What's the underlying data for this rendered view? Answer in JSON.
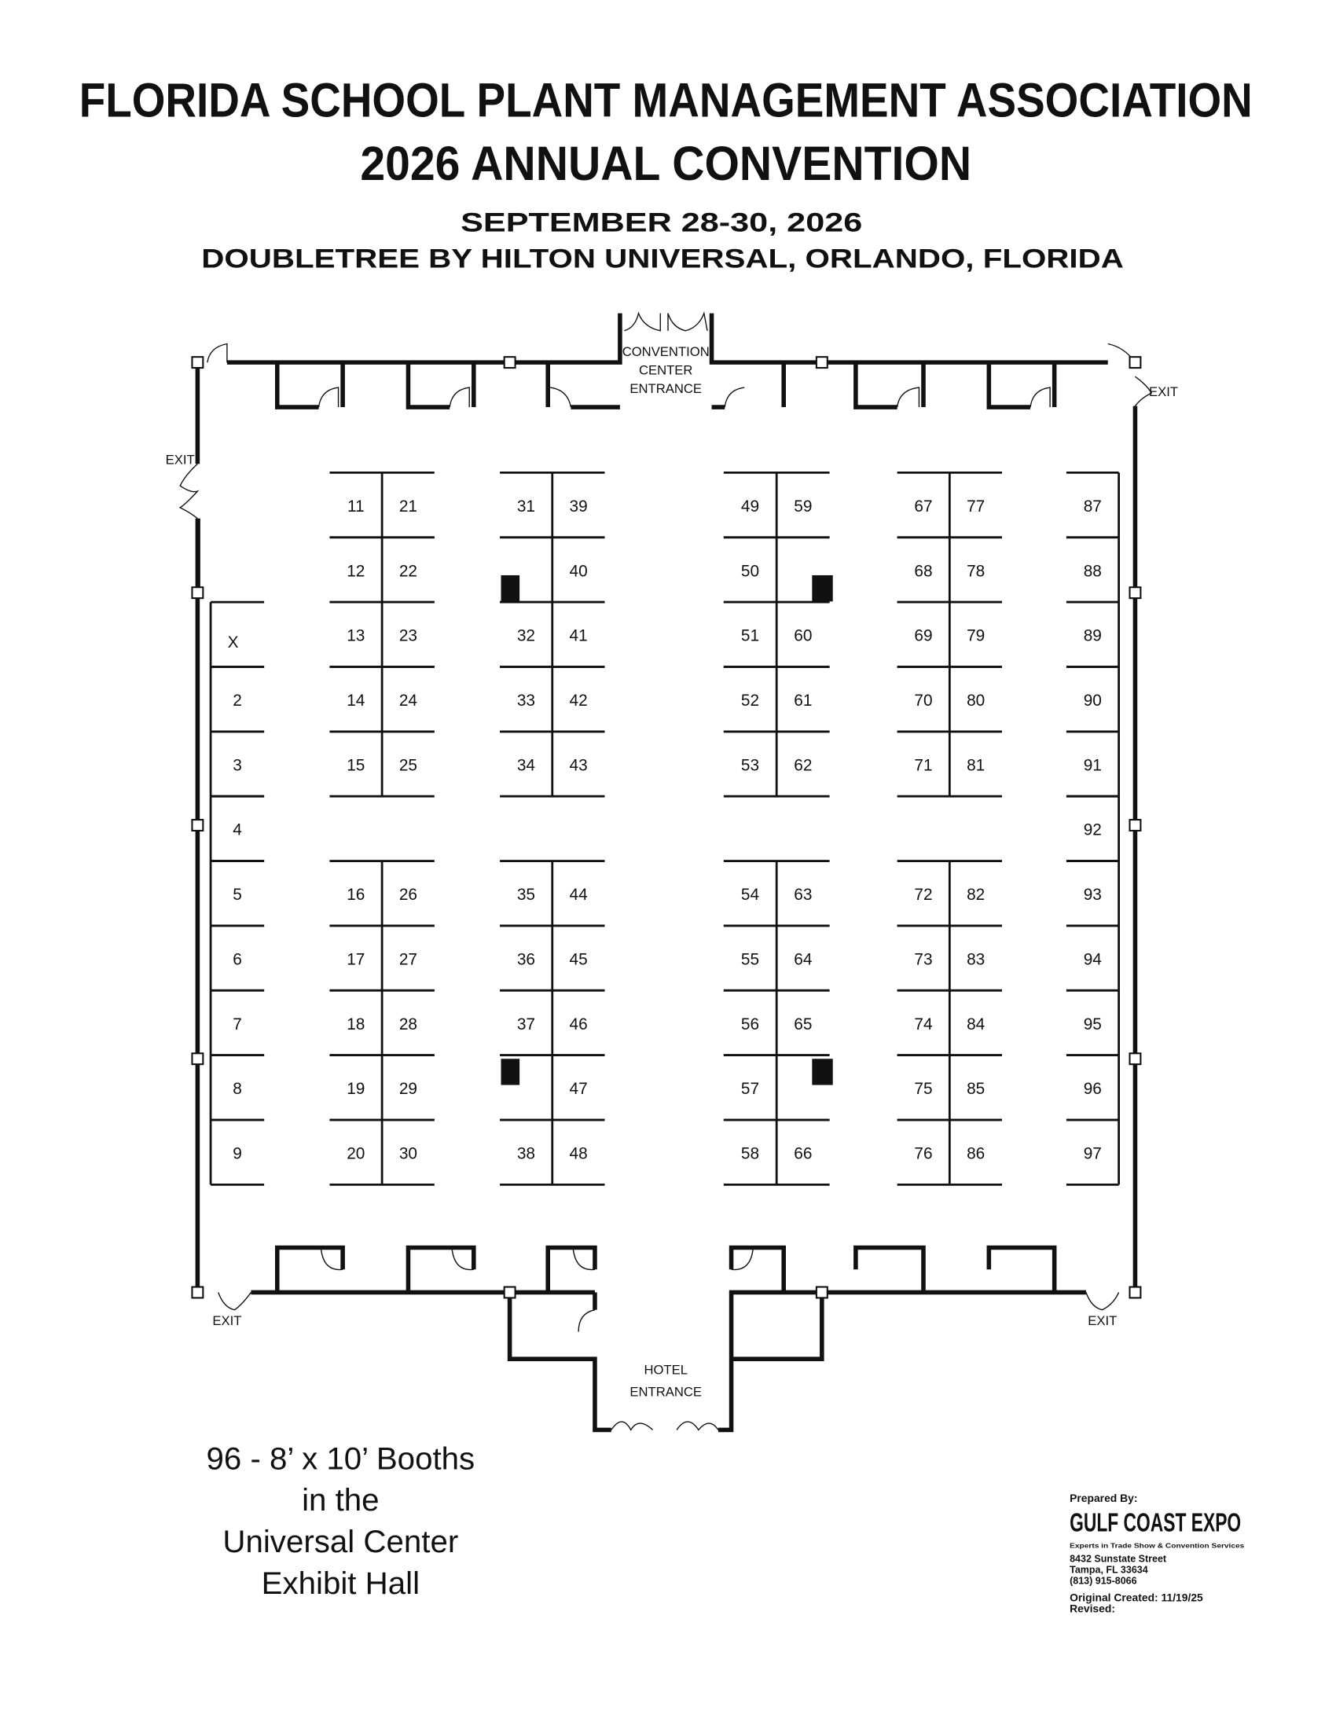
{
  "header": {
    "title_line1": "FLORIDA SCHOOL PLANT MANAGEMENT ASSOCIATION",
    "title_line2": "2026 ANNUAL CONVENTION",
    "dates": "SEPTEMBER 28-30, 2026",
    "venue": "DOUBLETREE BY HILTON UNIVERSAL, ORLANDO, FLORIDA"
  },
  "floorplan": {
    "convention_entrance": [
      "CONVENTION",
      "CENTER",
      "ENTRANCE"
    ],
    "hotel_entrance": [
      "HOTEL",
      "ENTRANCE"
    ],
    "exit_label": "EXIT",
    "booth_blocks": [
      {
        "name": "left-wall",
        "columns": [
          [
            null,
            null,
            "X",
            "2",
            "3",
            "4",
            "5",
            "6",
            "7",
            "8",
            "9"
          ]
        ]
      },
      {
        "name": "block-a",
        "columns": [
          [
            "11",
            "12",
            "13",
            "14",
            "15",
            null,
            "16",
            "17",
            "18",
            "19",
            "20"
          ],
          [
            "21",
            "22",
            "23",
            "24",
            "25",
            null,
            "26",
            "27",
            "28",
            "29",
            "30"
          ]
        ]
      },
      {
        "name": "block-b",
        "columns": [
          [
            "31",
            "",
            "32",
            "33",
            "34",
            null,
            "35",
            "36",
            "37",
            "",
            "38"
          ],
          [
            "39",
            "40",
            "41",
            "42",
            "43",
            null,
            "44",
            "45",
            "46",
            "47",
            "48"
          ]
        ]
      },
      {
        "name": "block-c",
        "columns": [
          [
            "49",
            "50",
            "51",
            "52",
            "53",
            null,
            "54",
            "55",
            "56",
            "57",
            "58"
          ],
          [
            "59",
            "",
            "60",
            "61",
            "62",
            null,
            "63",
            "64",
            "65",
            "",
            "66"
          ]
        ]
      },
      {
        "name": "block-d",
        "columns": [
          [
            "67",
            "68",
            "69",
            "70",
            "71",
            null,
            "72",
            "73",
            "74",
            "75",
            "76"
          ],
          [
            "77",
            "78",
            "79",
            "80",
            "81",
            null,
            "82",
            "83",
            "84",
            "85",
            "86"
          ]
        ]
      },
      {
        "name": "right-wall",
        "columns": [
          [
            "87",
            "88",
            "89",
            "90",
            "91",
            "92",
            "93",
            "94",
            "95",
            "96",
            "97"
          ]
        ]
      }
    ]
  },
  "summary": [
    "96 - 8’ x 10’ Booths",
    "in the",
    "Universal Center",
    "Exhibit Hall"
  ],
  "footer": {
    "prepared_by": "Prepared By:",
    "company": "GULF COAST EXPO",
    "tagline": "Experts in Trade Show & Convention Services",
    "address1": "8432 Sunstate Street",
    "address2": "Tampa, FL 33634",
    "phone": "(813) 915-8066",
    "created": "Original Created: 11/19/25",
    "revised": "Revised:"
  }
}
